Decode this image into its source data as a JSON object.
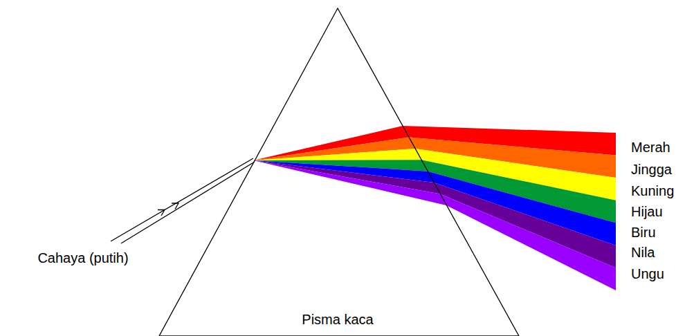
{
  "diagram": {
    "nodes": [
      {
        "text": [
          "Pisma kaca"
        ]
      }
    ],
    "labels": [
      "Cahaya (putih)",
      "Merah",
      "Jingga",
      "Kuning",
      "Hijau",
      "Biru",
      "Nila",
      "Ungu"
    ]
  }
}
